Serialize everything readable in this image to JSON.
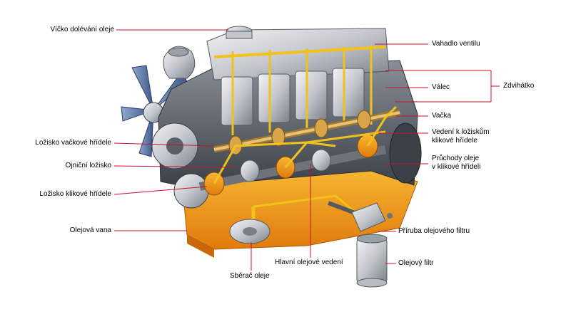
{
  "diagram": {
    "labels": {
      "oil_cap": "Víčko dolévání oleje",
      "camshaft_bearing": "Ložisko vačkové hřídele",
      "conrod_bearing": "Ojniční ložisko",
      "crank_bearing": "Ložisko klikové hřídele",
      "oil_pan": "Olejová vana",
      "pickup": "Sběrač oleje",
      "main_gallery": "Hlavní olejové vedení",
      "rocker": "Vahadlo ventilu",
      "cylinder": "Válec",
      "lifter": "Zdvihátko",
      "cam": "Vačka",
      "bearing_passage_1": "Vedení k ložiskům",
      "bearing_passage_2": "klikové hřídele",
      "crank_passage_1": "Průchody oleje",
      "crank_passage_2": "v klikové hřídeli",
      "filter_flange": "Příruba olejového filtru",
      "filter": "Olejový filtr"
    },
    "colors": {
      "leader": "#c8102e",
      "oil": "#f5a31a",
      "oil_line": "#f2c21b",
      "metal": "#c9ccd1",
      "metal_dark": "#6e737b"
    }
  }
}
